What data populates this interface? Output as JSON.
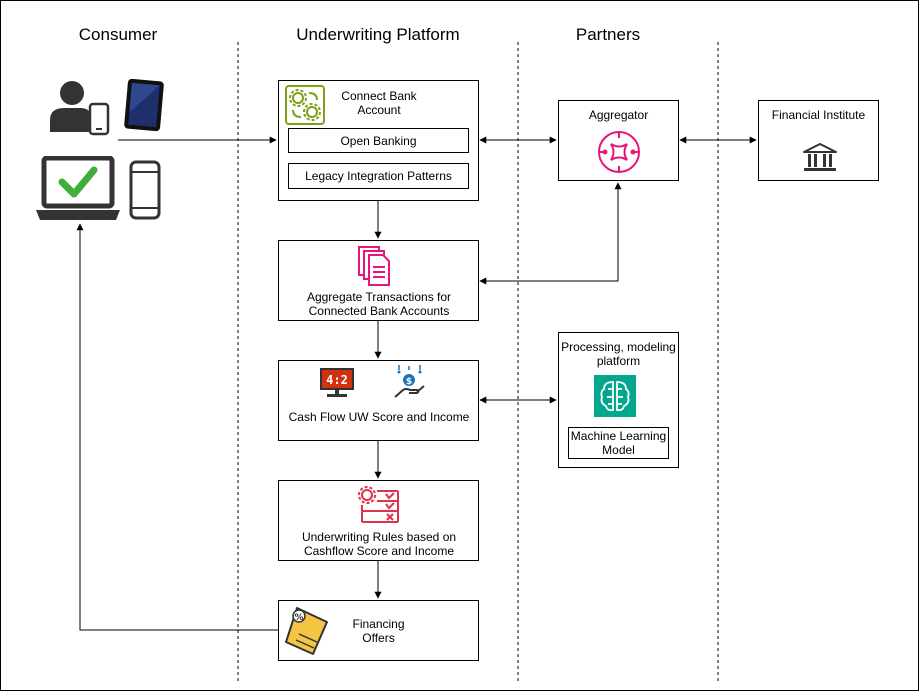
{
  "lanes": {
    "consumer": "Consumer",
    "platform": "Underwriting Platform",
    "partners": "Partners"
  },
  "boxes": {
    "connect_bank": {
      "title": "Connect Bank Account",
      "options": [
        "Open Banking",
        "Legacy Integration Patterns"
      ],
      "icon": "gears-cycle-icon"
    },
    "aggregate": {
      "label": "Aggregate Transactions for Connected Bank Accounts",
      "icon": "documents-icon"
    },
    "cash_flow": {
      "label": "Cash Flow UW Score and Income",
      "icons": [
        "score-monitor-icon",
        "cash-hand-icon"
      ],
      "score_display": "4:2"
    },
    "rules": {
      "label": "Underwriting Rules based on Cashflow Score and Income",
      "icon": "rules-checklist-icon"
    },
    "offers": {
      "label": "Financing Offers",
      "icon": "discount-tag-icon",
      "tag_symbol": "%"
    },
    "aggregator": {
      "label": "Aggregator",
      "icon": "aggregator-hub-icon"
    },
    "institute": {
      "label": "Financial Institute",
      "icon": "bank-building-icon"
    },
    "ml_platform": {
      "label": "Processing, modeling platform",
      "model_label": "Machine Learning Model",
      "icon": "brain-chip-icon"
    }
  },
  "consumer_icons": [
    "user-with-phone-icon",
    "tablet-icon",
    "laptop-check-icon",
    "smartphone-icon"
  ],
  "colors": {
    "green_icon": "#7aa116",
    "pink_icon": "#e7157b",
    "red_icon": "#dd344c",
    "teal_icon": "#01a88d",
    "navy_tablet": "#1f2f6b"
  }
}
